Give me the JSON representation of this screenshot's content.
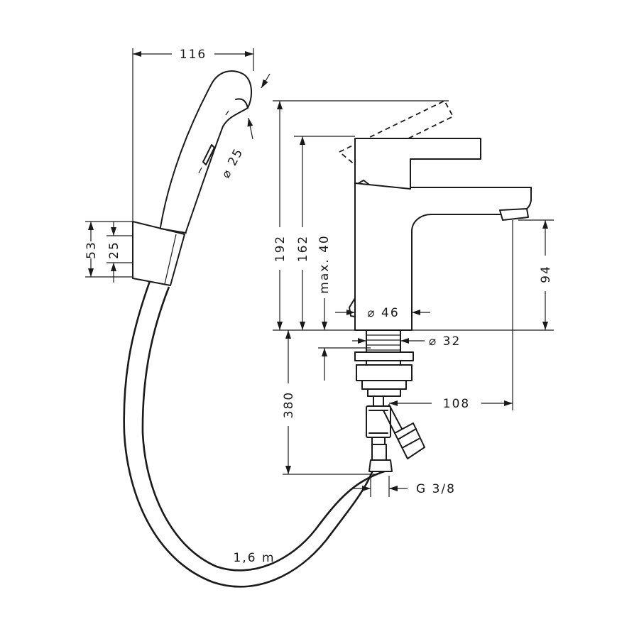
{
  "dimensions": {
    "handshower_length": "116",
    "handshower_diameter": "⌀ 25",
    "holder_height_total": "53",
    "holder_height_bracket": "25",
    "height_to_lever": "192",
    "height_to_body_top": "162",
    "max_deck_thickness": "max. 40",
    "spout_outlet_height": "94",
    "base_diameter": "⌀ 46",
    "shank_diameter": "⌀ 32",
    "supply_hose_length": "380",
    "spout_projection": "108",
    "connection_thread": "G 3/8",
    "hose_length": "1,6 m"
  }
}
